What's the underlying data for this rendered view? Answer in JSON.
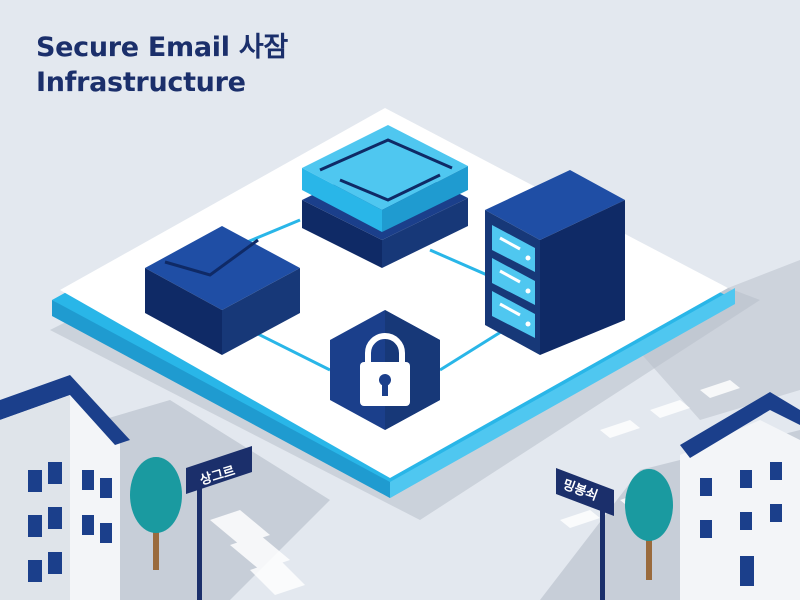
{
  "title": {
    "line1": "Secure Email 사잠",
    "line2": "Infrastructure"
  },
  "street_signs": {
    "left": "상그르",
    "right": "밍봉쇠"
  },
  "colors": {
    "background": "#e3e8ef",
    "navy": "#1b3f8b",
    "navy_dark": "#0f2a66",
    "cyan": "#29b6e8",
    "cyan_light": "#4fc7f0",
    "platform": "#ffffff",
    "road": "#c5ccd6",
    "tree": "#1a9aa0",
    "trunk": "#9a6b3d",
    "title_text": "#1b2f6b"
  },
  "icons": {
    "center": "padlock-icon",
    "top": "stacked-envelope-icon",
    "left": "envelope-icon",
    "right": "server-rack-icon"
  }
}
